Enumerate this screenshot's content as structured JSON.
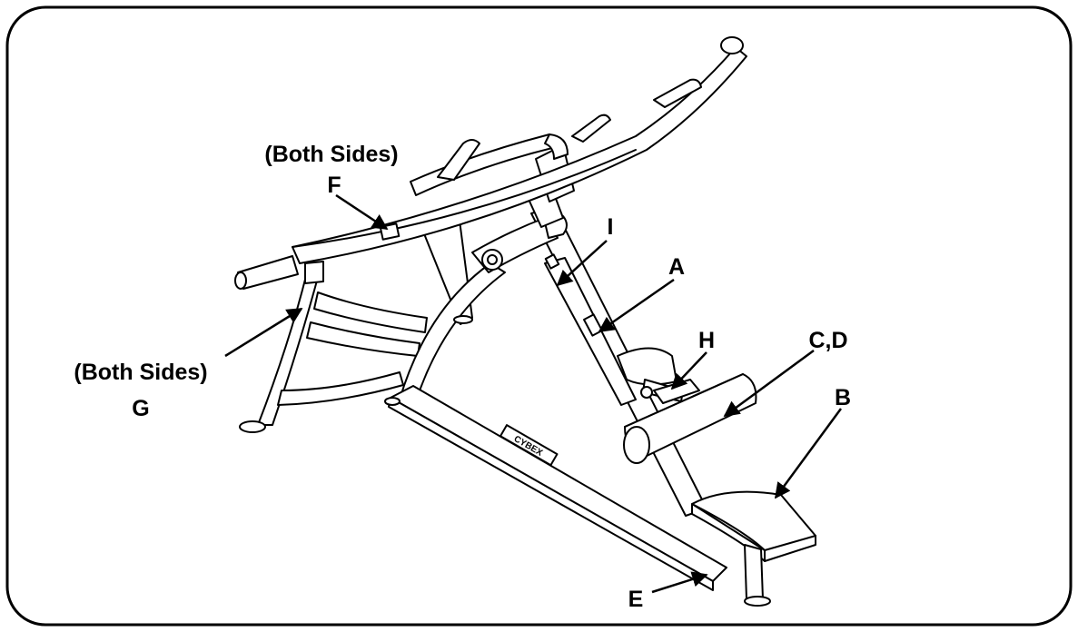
{
  "callouts": {
    "F": {
      "qualifier": "(Both Sides)",
      "letter": "F"
    },
    "G": {
      "qualifier": "(Both Sides)",
      "letter": "G"
    },
    "I": {
      "letter": "I"
    },
    "A": {
      "letter": "A"
    },
    "H": {
      "letter": "H"
    },
    "CD": {
      "letter": "C,D"
    },
    "B": {
      "letter": "B"
    },
    "E": {
      "letter": "E"
    }
  },
  "brand_logo_text": "CYBEX",
  "colors": {
    "line": "#000000",
    "background": "#ffffff"
  }
}
